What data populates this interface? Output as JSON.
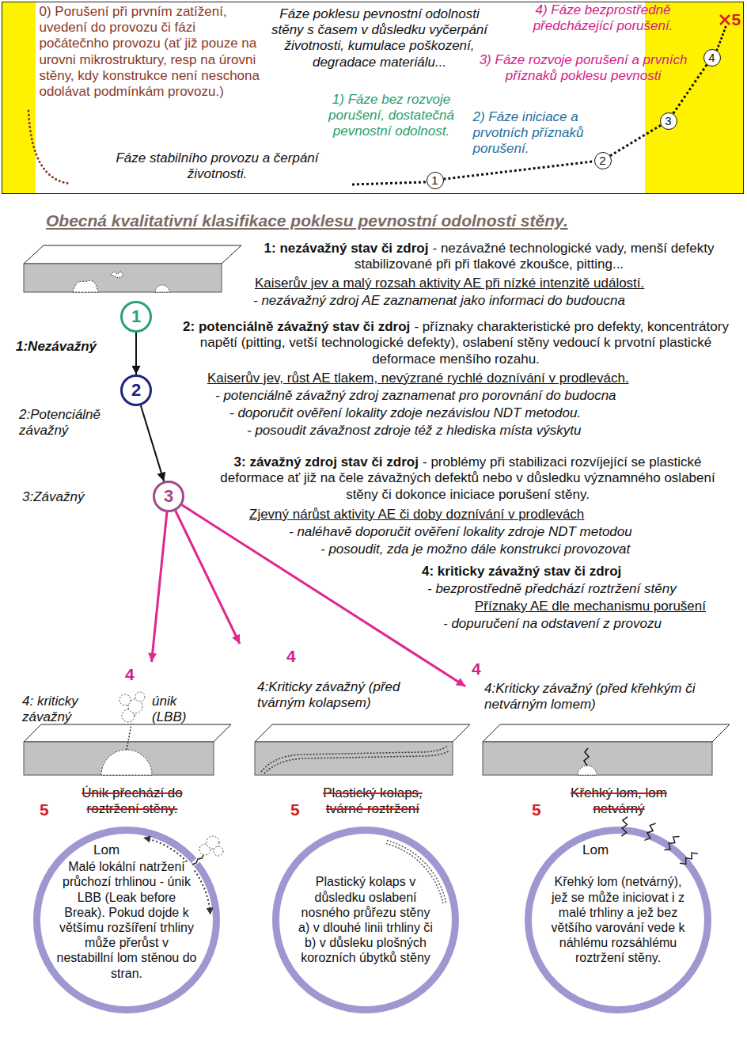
{
  "diagram": {
    "title": "Obecná kvalitativní klasifikace poklesu pevnostní odolnosti stěny.",
    "nodes": [
      {
        "text": [
          "0) Porušení při prvním zatížení, uvedení do provozu či fázi počátečnho provozu (ať již pouze na urovni mikrostruktury, resp na úrovni stěny, kdy konstrukce není neschona odolávat podmínkám provozu.)",
          "Fáze poklesu pevnostní odolnosti stěny s časem v důsledku vyčerpání životnosti, kumulace poškození, degradace materiálu...",
          "4) Fáze bezprostředně předcházející porušení.",
          "5",
          "3) Fáze rozvoje porušení a prvních příznaků poklesu pevnosti",
          "1) Fáze bez rozvoje porušení, dostatečná pevnostní odolnost.",
          "2) Fáze iniciace a prvotních příznaků porušení.",
          "Fáze stabilního provozu a čerpání životnosti."
        ]
      },
      {
        "text": [
          "1"
        ],
        "in": 0
      },
      {
        "text": [
          "2"
        ],
        "in": 0
      },
      {
        "text": [
          "3"
        ],
        "in": 0
      },
      {
        "text": [
          "4"
        ],
        "in": 0
      },
      {
        "text": [
          "1"
        ]
      },
      {
        "text": [
          "2"
        ]
      },
      {
        "text": [
          "3"
        ]
      },
      {
        "text": [
          "4",
          "4: kriticky závažný",
          "únik (LBB)"
        ]
      },
      {
        "text": [
          "4",
          "4:Kriticky závažný (před tvárným kolapsem)"
        ]
      },
      {
        "text": [
          "4",
          "4:Kriticky závažný (před křehkým či netvárným lomem)"
        ]
      },
      {
        "text": [
          "Malé lokální natržení průchozí trhlinou - únik LBB (Leak before Break). Pokud dojde k většímu rozšíření trhliny může přerůst v nestabillní lom stěnou do stran."
        ]
      },
      {
        "text": [
          "Plastický kolaps v důsledku oslabení nosného průřezu stěny a) v dlouhé linii trhliny či b) v důsleku plošných korozních úbytků stěny"
        ]
      },
      {
        "text": [
          "Křehký lom (netvárný), jež se může iniciovat i z malé trhliny a jež bez většího varování vede k náhlému rozsáhlému roztržení stěny."
        ]
      }
    ],
    "edges": [
      {
        "from": 1,
        "to": 2,
        "arrow": "none"
      },
      {
        "from": 2,
        "to": 3,
        "arrow": "none"
      },
      {
        "from": 3,
        "to": 4,
        "arrow": "none"
      },
      {
        "from": 5,
        "to": 6,
        "arrow": "to"
      },
      {
        "from": 6,
        "to": 7,
        "arrow": "to"
      },
      {
        "from": 7,
        "to": 8,
        "arrow": "to"
      },
      {
        "from": 7,
        "to": 9,
        "arrow": "to"
      },
      {
        "from": 7,
        "to": 10,
        "arrow": "to"
      }
    ],
    "labels": [
      "Obecná kvalitativní klasifikace poklesu pevnostní odolnosti stěny.",
      "1:Nezávažný",
      "2:Potenciálně závažný",
      "3:Závažný",
      "1: nezávažný stav či zdroj",
      "- nezávažné technologické vady, menší defekty stabilizované při při tlakové zkoušce, pitting...",
      "Kaiserův jev a malý rozsah aktivity AE při nízké intenzitě událostí.",
      "- nezávažný zdroj AE zaznamenat jako informaci do budoucna",
      "2: potenciálně závažný stav či zdroj",
      "- příznaky charakteristické pro defekty, koncentrátory napětí (pitting, vetší technologické defekty), oslabení stěny vedoucí k prvotní plastické deformace menšího rozahu.",
      "Kaiserův jev, růst AE tlakem, nevýzrané rychlé doznívání v prodlevách.",
      "- potenciálně závažný zdroj zaznamenat pro porovnání do budocna",
      "- doporučit ověření lokality zdoje nezávislou NDT metodou.",
      "- posoudit závažnost zdroje též z hlediska místa výskytu",
      "3: závažný zdroj stav či zdroj",
      "- problémy při stabilizaci rozvíjející se plastické deformace ať již na čele závažných defektů nebo v důsledku významného oslabení stěny či dokonce iniciace porušení stěny.",
      "Zjevný nárůst aktivity AE či doby doznívání v prodlevách",
      "- naléhavě doporučit ověření lokality zdroje NDT metodou",
      "- posoudit, zda je možno dále konstrukci provozovat",
      "4: kriticky závažný stav či zdroj",
      "- bezprostředně předchází roztržení stěny",
      "Příznaky AE dle mechanismu porušení",
      "- dopuručení na odstavení z provozu",
      "5",
      "Únik přechází do roztržení stěny.",
      "Lom",
      "5",
      "Plastický kolaps, tvárné roztržení",
      "5",
      "Křehký lom, lom netvárný",
      "Lom"
    ]
  }
}
